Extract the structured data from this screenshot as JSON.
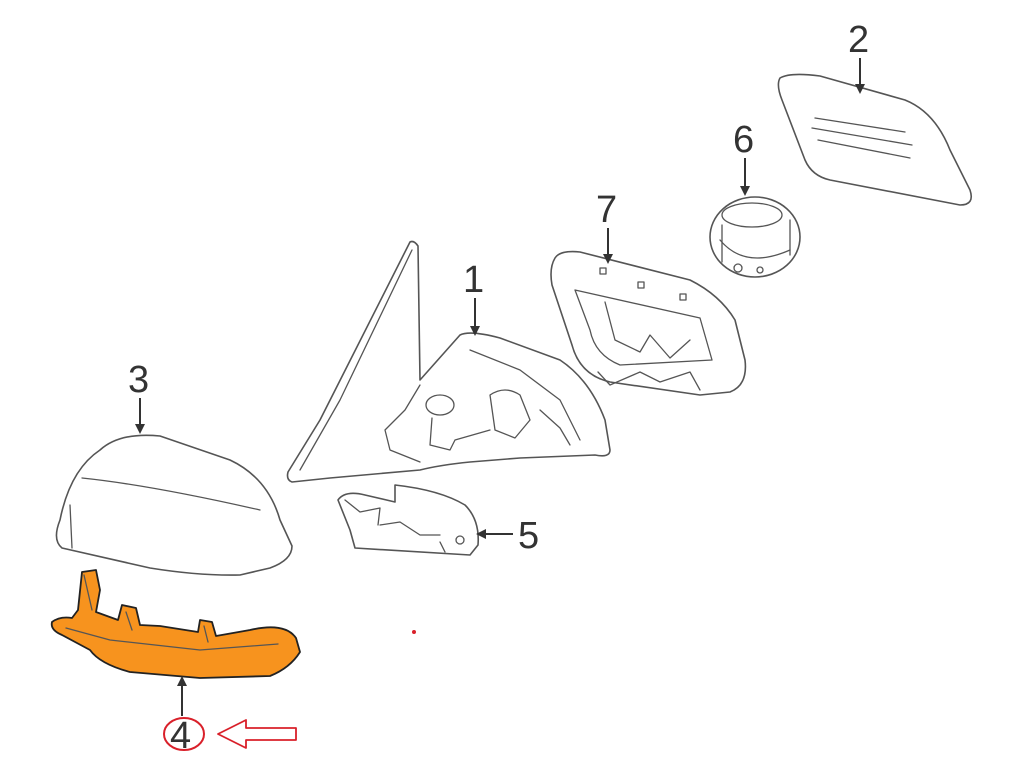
{
  "callouts": [
    {
      "id": "1",
      "label": "1"
    },
    {
      "id": "2",
      "label": "2"
    },
    {
      "id": "3",
      "label": "3"
    },
    {
      "id": "4",
      "label": "4"
    },
    {
      "id": "5",
      "label": "5"
    },
    {
      "id": "6",
      "label": "6"
    },
    {
      "id": "7",
      "label": "7"
    }
  ],
  "highlight": {
    "part": "4",
    "fill_color": "#f7931e",
    "marker_color": "#d9202a"
  }
}
